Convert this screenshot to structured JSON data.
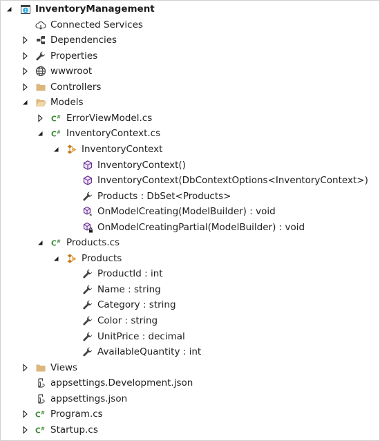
{
  "solution_explorer": {
    "items": [
      {
        "label": "InventoryManagement",
        "icon": "web-project-icon",
        "expander": "expanded",
        "indent": 0,
        "bold": true
      },
      {
        "label": "Connected Services",
        "icon": "connected-services-icon",
        "expander": "none",
        "indent": 1
      },
      {
        "label": "Dependencies",
        "icon": "dependencies-icon",
        "expander": "collapsed",
        "indent": 1
      },
      {
        "label": "Properties",
        "icon": "wrench-icon",
        "expander": "collapsed",
        "indent": 1
      },
      {
        "label": "wwwroot",
        "icon": "globe-icon",
        "expander": "collapsed",
        "indent": 1
      },
      {
        "label": "Controllers",
        "icon": "folder-icon",
        "expander": "collapsed",
        "indent": 1
      },
      {
        "label": "Models",
        "icon": "folder-open-icon",
        "expander": "expanded",
        "indent": 1
      },
      {
        "label": "ErrorViewModel.cs",
        "icon": "csharp-file-icon",
        "expander": "collapsed",
        "indent": 2
      },
      {
        "label": "InventoryContext.cs",
        "icon": "csharp-file-icon",
        "expander": "expanded",
        "indent": 2
      },
      {
        "label": "InventoryContext",
        "icon": "class-icon",
        "expander": "expanded",
        "indent": 3
      },
      {
        "label": "InventoryContext()",
        "icon": "method-icon",
        "expander": "none",
        "indent": 4
      },
      {
        "label": "InventoryContext(DbContextOptions<InventoryContext>)",
        "icon": "method-icon",
        "expander": "none",
        "indent": 4
      },
      {
        "label": "Products : DbSet<Products>",
        "icon": "wrench-icon",
        "expander": "none",
        "indent": 4
      },
      {
        "label": "OnModelCreating(ModelBuilder) : void",
        "icon": "protected-method-icon",
        "expander": "none",
        "indent": 4
      },
      {
        "label": "OnModelCreatingPartial(ModelBuilder) : void",
        "icon": "private-method-icon",
        "expander": "none",
        "indent": 4
      },
      {
        "label": "Products.cs",
        "icon": "csharp-file-icon",
        "expander": "expanded",
        "indent": 2
      },
      {
        "label": "Products",
        "icon": "class-icon",
        "expander": "expanded",
        "indent": 3
      },
      {
        "label": "ProductId : int",
        "icon": "wrench-icon",
        "expander": "none",
        "indent": 4
      },
      {
        "label": "Name : string",
        "icon": "wrench-icon",
        "expander": "none",
        "indent": 4
      },
      {
        "label": "Category : string",
        "icon": "wrench-icon",
        "expander": "none",
        "indent": 4
      },
      {
        "label": "Color : string",
        "icon": "wrench-icon",
        "expander": "none",
        "indent": 4
      },
      {
        "label": "UnitPrice : decimal",
        "icon": "wrench-icon",
        "expander": "none",
        "indent": 4
      },
      {
        "label": "AvailableQuantity : int",
        "icon": "wrench-icon",
        "expander": "none",
        "indent": 4
      },
      {
        "label": "Views",
        "icon": "folder-icon",
        "expander": "collapsed",
        "indent": 1
      },
      {
        "label": "appsettings.Development.json",
        "icon": "json-file-icon",
        "expander": "none",
        "indent": 1
      },
      {
        "label": "appsettings.json",
        "icon": "json-file-icon",
        "expander": "none",
        "indent": 1
      },
      {
        "label": "Program.cs",
        "icon": "csharp-file-icon",
        "expander": "collapsed",
        "indent": 1
      },
      {
        "label": "Startup.cs",
        "icon": "csharp-file-icon",
        "expander": "collapsed",
        "indent": 1
      }
    ]
  },
  "colors": {
    "text": "#1e1e1e",
    "expander": "#1e1e1e",
    "folder": "#dcb67a",
    "csharp_green": "#388a34",
    "class_orange": "#c27d1a",
    "method_purple": "#652d90",
    "wrench": "#424242",
    "web_blue": "#1ba1e2"
  }
}
